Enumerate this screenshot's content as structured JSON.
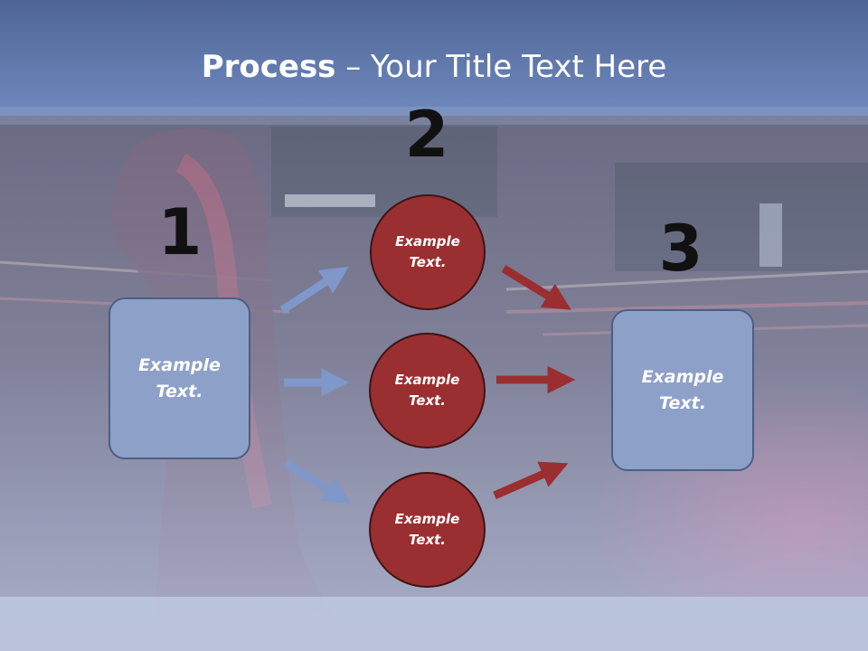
{
  "title": {
    "bold": "Process",
    "rest": " – Your Title Text Here"
  },
  "steps": {
    "one": "1",
    "two": "2",
    "three": "3"
  },
  "left_box": {
    "text": "Example\nText."
  },
  "right_box": {
    "text": "Example\nText."
  },
  "circles": [
    {
      "text": "Example\nText."
    },
    {
      "text": "Example\nText."
    },
    {
      "text": "Example\nText."
    }
  ],
  "colors": {
    "box_fill": "#8da0c8",
    "circle_fill": "#9a2f31",
    "blue_arrow": "#7f97c9",
    "red_arrow": "#9b2e30",
    "title_band": "#5f7bb0"
  }
}
